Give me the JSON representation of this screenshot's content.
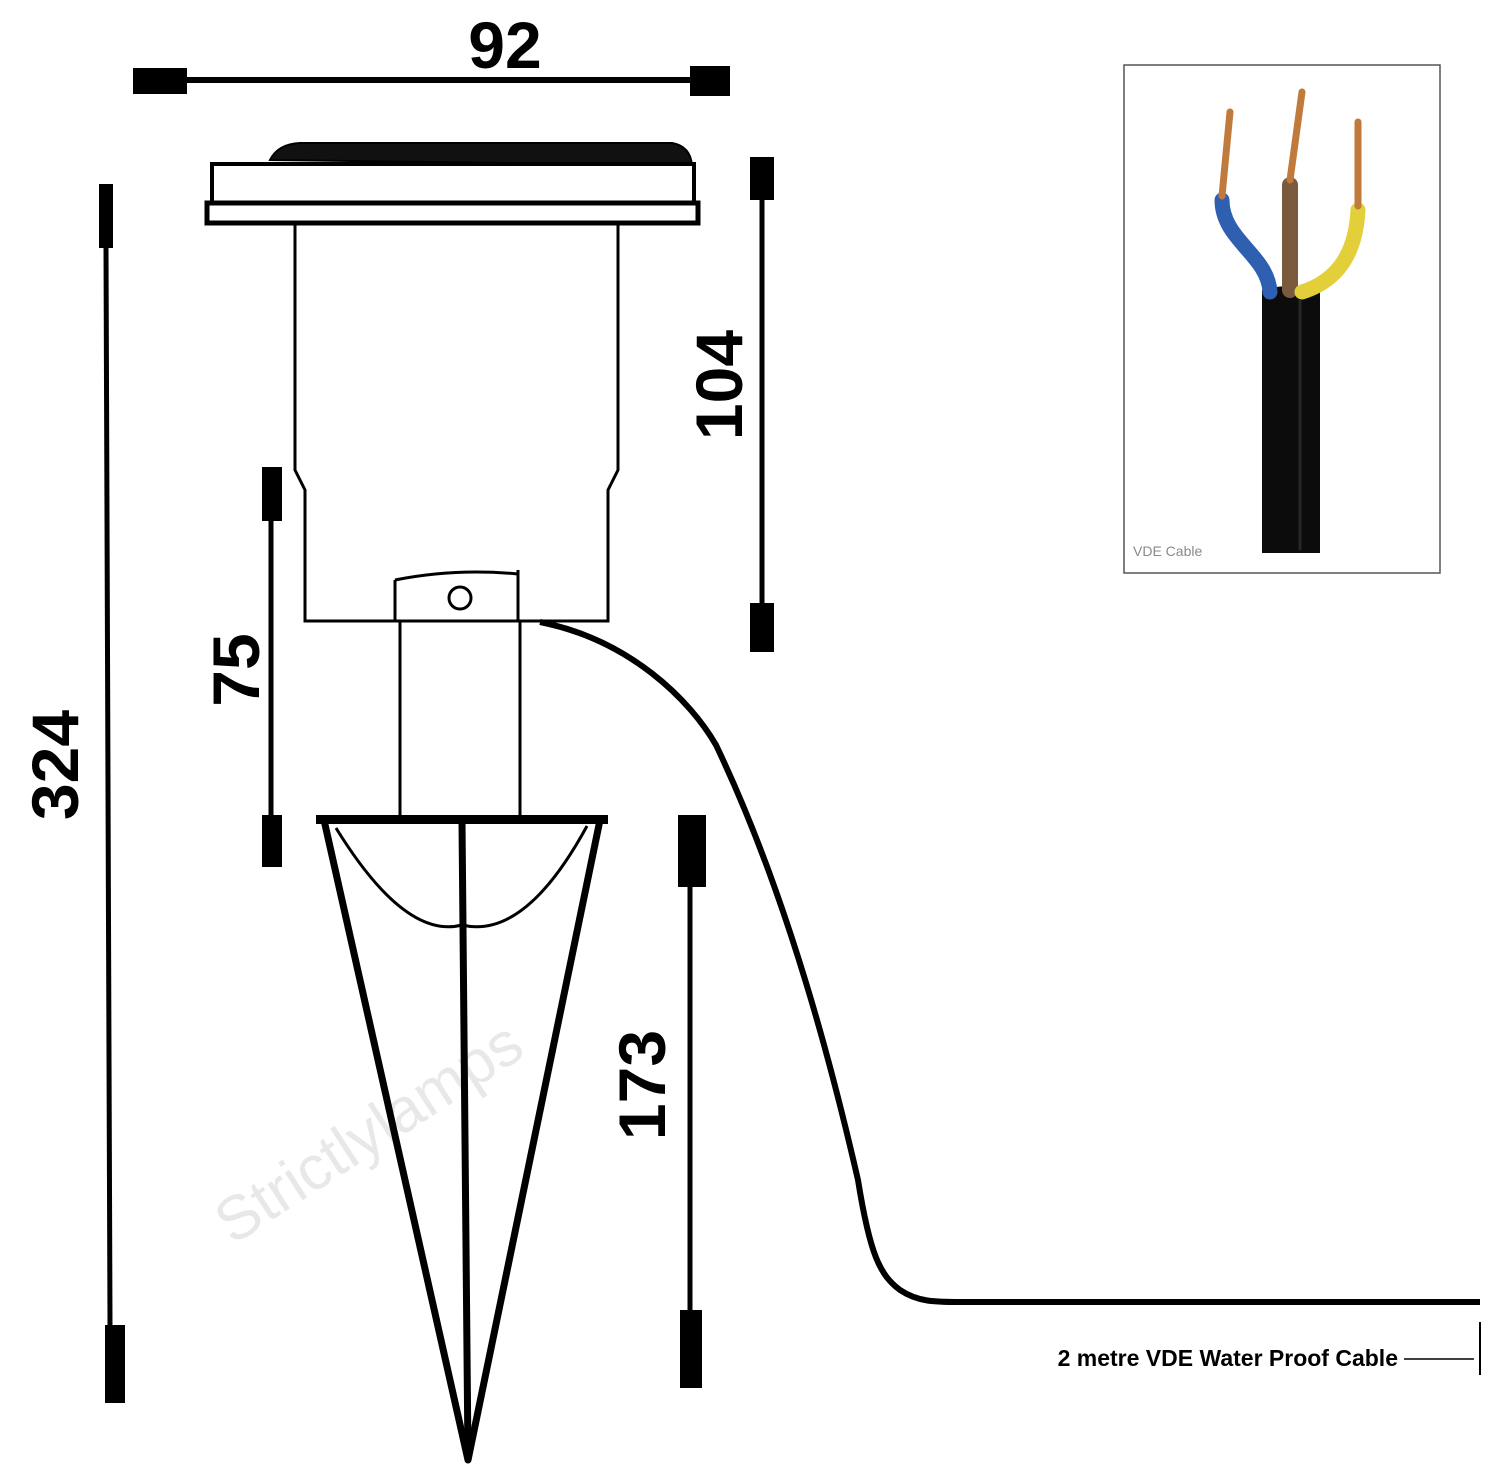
{
  "dimensions": {
    "width_top": "92",
    "total_height": "324",
    "body_height": "104",
    "stem_height": "75",
    "spike_height": "173"
  },
  "cable_caption": "2 metre VDE Water Proof Cable",
  "inset": {
    "label": "VDE Cable",
    "wire_colors": {
      "blue": "#2f5fb0",
      "brown": "#7a5a3c",
      "yellow": "#e3cf3a",
      "copper": "#c07a3c",
      "sheath": "#0c0c0c"
    }
  },
  "watermark": "Strictlylamps",
  "colors": {
    "line": "#000000",
    "background": "#ffffff",
    "inset_border": "#555555"
  }
}
